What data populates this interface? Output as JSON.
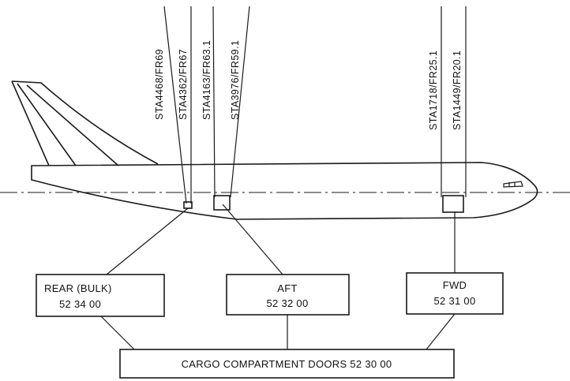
{
  "stations": [
    "STA4468/FR69",
    "STA4362/FR67",
    "STA4163/FR63.1",
    "STA3976/FR59.1",
    "STA1718/FR25.1",
    "STA1449/FR20.1"
  ],
  "doors": {
    "rear": {
      "name": "REAR (BULK)",
      "code": "52 34 00"
    },
    "aft": {
      "name": "AFT",
      "code": "52 32 00"
    },
    "fwd": {
      "name": "FWD",
      "code": "52 31 00"
    }
  },
  "main_label": "CARGO COMPARTMENT DOORS 52 30 00"
}
